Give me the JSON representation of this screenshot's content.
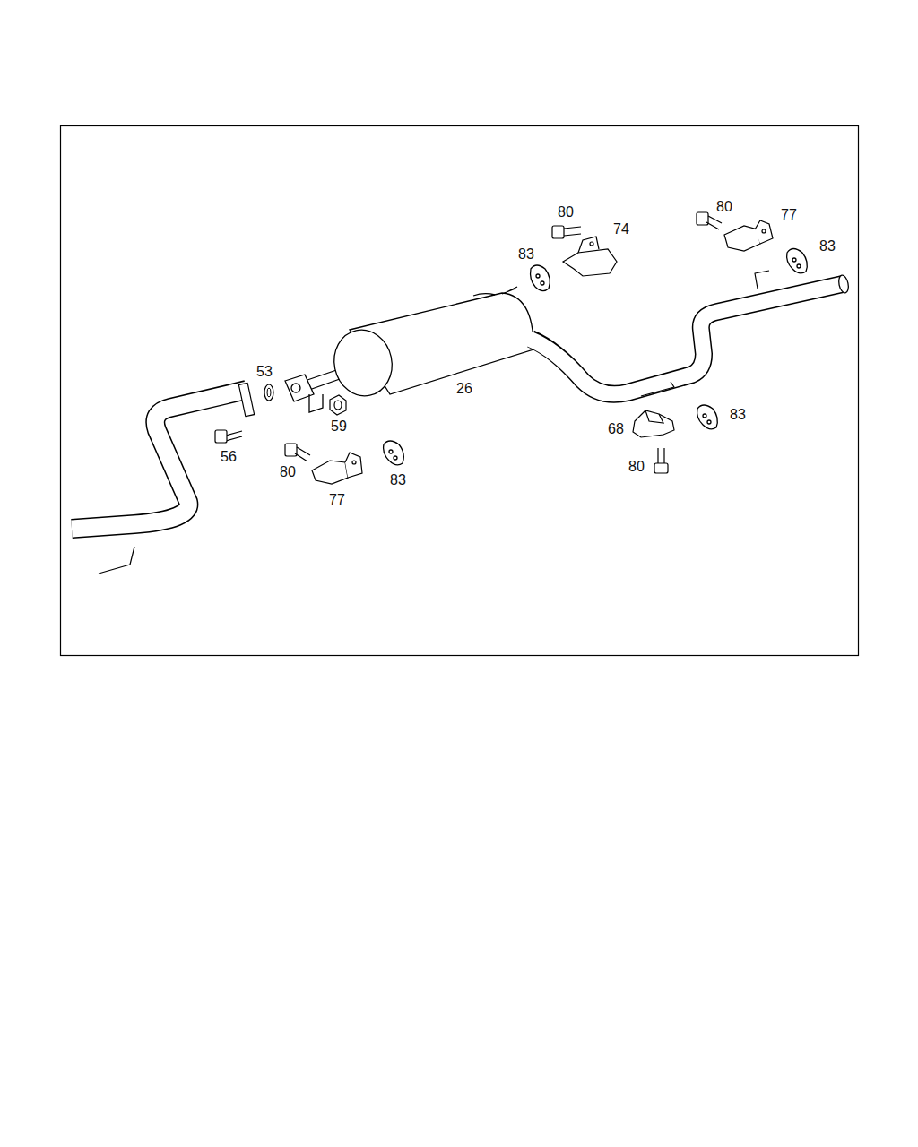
{
  "diagram": {
    "labels": [
      "80",
      "80",
      "77",
      "74",
      "83",
      "83",
      "53",
      "26",
      "83",
      "59",
      "68",
      "56",
      "80",
      "80",
      "83",
      "77"
    ]
  }
}
